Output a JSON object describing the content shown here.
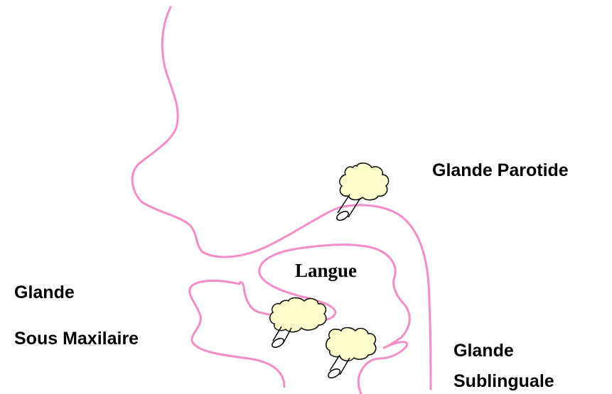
{
  "labels": {
    "parotide": "Glande Parotide",
    "langue": "Langue",
    "sous_maxilaire_line1": "Glande",
    "sous_maxilaire_line2": "Sous Maxilaire",
    "sublinguale_line1": "Glande",
    "sublinguale_line2": "Sublinguale"
  },
  "colors": {
    "outline": "#F48CC8",
    "gland_fill": "#FFFFCC",
    "gland_stroke": "#000000",
    "text": "#000000"
  }
}
